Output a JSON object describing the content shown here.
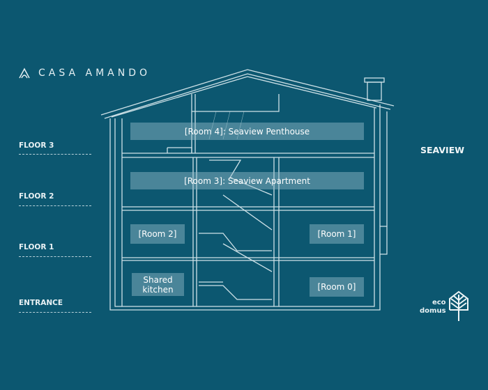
{
  "brand": {
    "name": "CASA AMANDO",
    "logo_icon": "arch-icon"
  },
  "floors": [
    {
      "label": "FLOOR 3"
    },
    {
      "label": "FLOOR 2"
    },
    {
      "label": "FLOOR 1"
    },
    {
      "label": "ENTRANCE"
    }
  ],
  "rooms": {
    "room4": "[Room 4]: Seaview Penthouse",
    "room3": "[Room 3]: Seaview Apartment",
    "room2": "[Room 2]",
    "room1": "[Room 1]",
    "kitchen": "Shared kitchen",
    "room0": "[Room 0]"
  },
  "side_label": "SEAVIEW",
  "eco_logo": {
    "line1": "eco",
    "line2": "domus",
    "icon": "leaf-house-icon"
  },
  "colors": {
    "background": "#0c5770",
    "lines": "#cfe2e8",
    "room_fill": "#6f9fb2"
  }
}
